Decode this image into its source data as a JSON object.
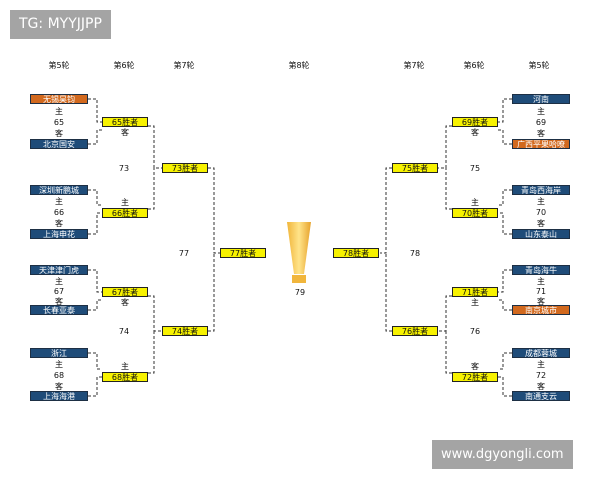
{
  "watermark_top": "TG: MYYJJPP",
  "watermark_bottom": "www.dgyongli.com",
  "headers": {
    "r5": "第5轮",
    "r6": "第6轮",
    "r7": "第7轮",
    "r8": "第8轮"
  },
  "home": "主",
  "away": "客",
  "colors": {
    "team_blue": "#1f4c79",
    "team_orange": "#d2691e",
    "winner_yellow": "#f7f200"
  },
  "left": {
    "teams": [
      "无锡昊钧",
      "北京国安",
      "深圳新鹏城",
      "上海申花",
      "天津津门虎",
      "长春亚泰",
      "浙江",
      "上海海港"
    ],
    "team_colors": [
      "orange",
      "blue",
      "blue",
      "blue",
      "blue",
      "blue",
      "blue",
      "blue"
    ],
    "r5_games": [
      "65",
      "66",
      "67",
      "68"
    ],
    "r6_winners": [
      "65胜者",
      "66胜者",
      "67胜者",
      "68胜者"
    ],
    "r6_games": [
      "73",
      "74"
    ],
    "r7_winners": [
      "73胜者",
      "74胜者"
    ],
    "r7_game": "77",
    "r8_winner": "77胜者"
  },
  "right": {
    "teams": [
      "河南",
      "广西平果哈嘹",
      "青岛西海岸",
      "山东泰山",
      "青岛海牛",
      "南京城市",
      "成都蓉城",
      "南通支云"
    ],
    "team_colors": [
      "blue",
      "orange",
      "blue",
      "blue",
      "blue",
      "orange",
      "blue",
      "blue"
    ],
    "r5_games": [
      "69",
      "70",
      "71",
      "72"
    ],
    "r6_winners": [
      "69胜者",
      "70胜者",
      "71胜者",
      "72胜者"
    ],
    "r6_games": [
      "75",
      "76"
    ],
    "r7_winners": [
      "75胜者",
      "76胜者"
    ],
    "r7_game": "78",
    "r8_winner": "78胜者"
  },
  "final_game": "79",
  "trophy_icon": "trophy-icon"
}
